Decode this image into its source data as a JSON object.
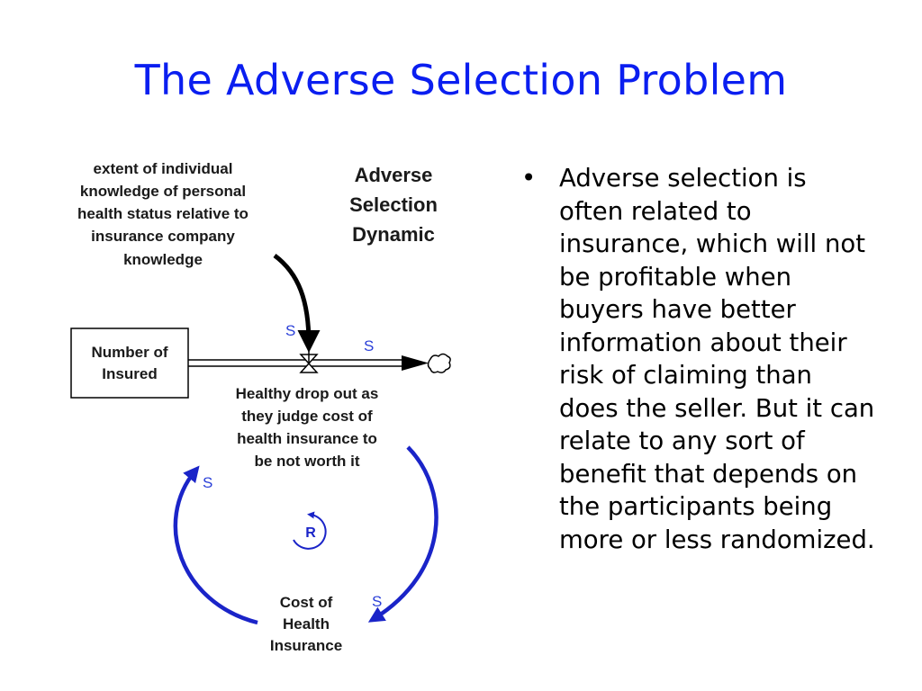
{
  "slide": {
    "title": "The Adverse Selection Problem"
  },
  "diagram": {
    "heading_lines": [
      "Adverse",
      "Selection",
      "Dynamic"
    ],
    "knowledge_variable_lines": [
      "extent of individual",
      "knowledge of personal",
      "health status relative to",
      "insurance company",
      "knowledge"
    ],
    "stock_lines": [
      "Number of",
      "Insured"
    ],
    "flow_lines": [
      "Healthy drop out as",
      "they judge cost of",
      "health insurance to",
      "be not worth it"
    ],
    "cost_lines": [
      "Cost of",
      "Health",
      "Insurance"
    ],
    "polarity_s": "S",
    "loop_label": "R",
    "colors": {
      "loop_arrow": "#1a24c8",
      "polarity": "#2a3fd8",
      "title": "#0a1ef0"
    }
  },
  "bullets": [
    "Adverse selection is often related to insurance, which will not be profitable when buyers have better information about their risk of claiming than does the seller. But it can relate to any sort of benefit that depends on the participants being more or less randomized."
  ]
}
